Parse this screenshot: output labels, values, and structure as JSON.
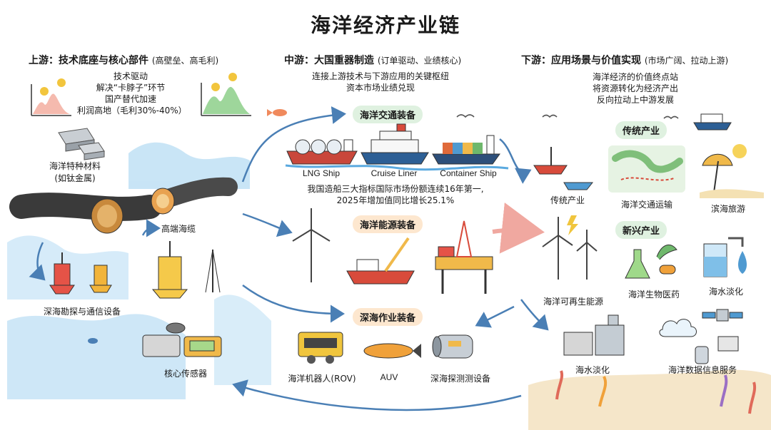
{
  "title": "海洋经济产业链",
  "upstream": {
    "heading": "上游：技术底座与核心部件",
    "heading_paren": "(高壁垒、高毛利)",
    "notes": [
      "技术驱动",
      "解决“卡脖子”环节",
      "国产替代加速",
      "利润高地（毛利30%-40%）"
    ],
    "items": {
      "materials": "海洋特种材料",
      "materials_sub": "(如钛金属)",
      "cable": "高端海缆",
      "survey": "深海勘探与通信设备",
      "sensor": "核心传感器"
    }
  },
  "midstream": {
    "heading": "中游：大国重器制造",
    "heading_paren": "(订单驱动、业绩核心)",
    "notes": [
      "连接上游技术与下游应用的关键枢纽",
      "资本市场业绩兑现"
    ],
    "transport": {
      "label": "海洋交通装备",
      "ships": [
        "LNG Ship",
        "Cruise Liner",
        "Container Ship"
      ],
      "stat_lines": [
        "我国造船三大指标国际市场份额连续16年第一,",
        "2025年增加值同比增长25.1%"
      ]
    },
    "energy": {
      "label": "海洋能源装备"
    },
    "deep": {
      "label": "深海作业装备",
      "items": [
        "海洋机器人(ROV)",
        "AUV",
        "深海探测测设备"
      ]
    }
  },
  "downstream": {
    "heading": "下游：应用场景与价值实现",
    "heading_paren": "(市场广阔、拉动上游)",
    "notes": [
      "海洋经济的价值终点站",
      "将资源转化为经济产出",
      "反向拉动上中游发展"
    ],
    "traditional": {
      "label": "传统产业",
      "items": [
        "传统产业",
        "海洋交通运输",
        "滨海旅游"
      ]
    },
    "emerging": {
      "label": "新兴产业",
      "items": [
        "海洋可再生能源",
        "海洋生物医药",
        "海水淡化",
        "海水淡化",
        "海洋数据信息服务"
      ]
    }
  },
  "colors": {
    "water": "#5aa9df",
    "arrow": "#4a7fb5",
    "arrow_pink": "#f0a8a0",
    "green_badge": "#dff1e0",
    "orange_badge": "#fde7cf",
    "blue_badge": "#dcebf7"
  }
}
